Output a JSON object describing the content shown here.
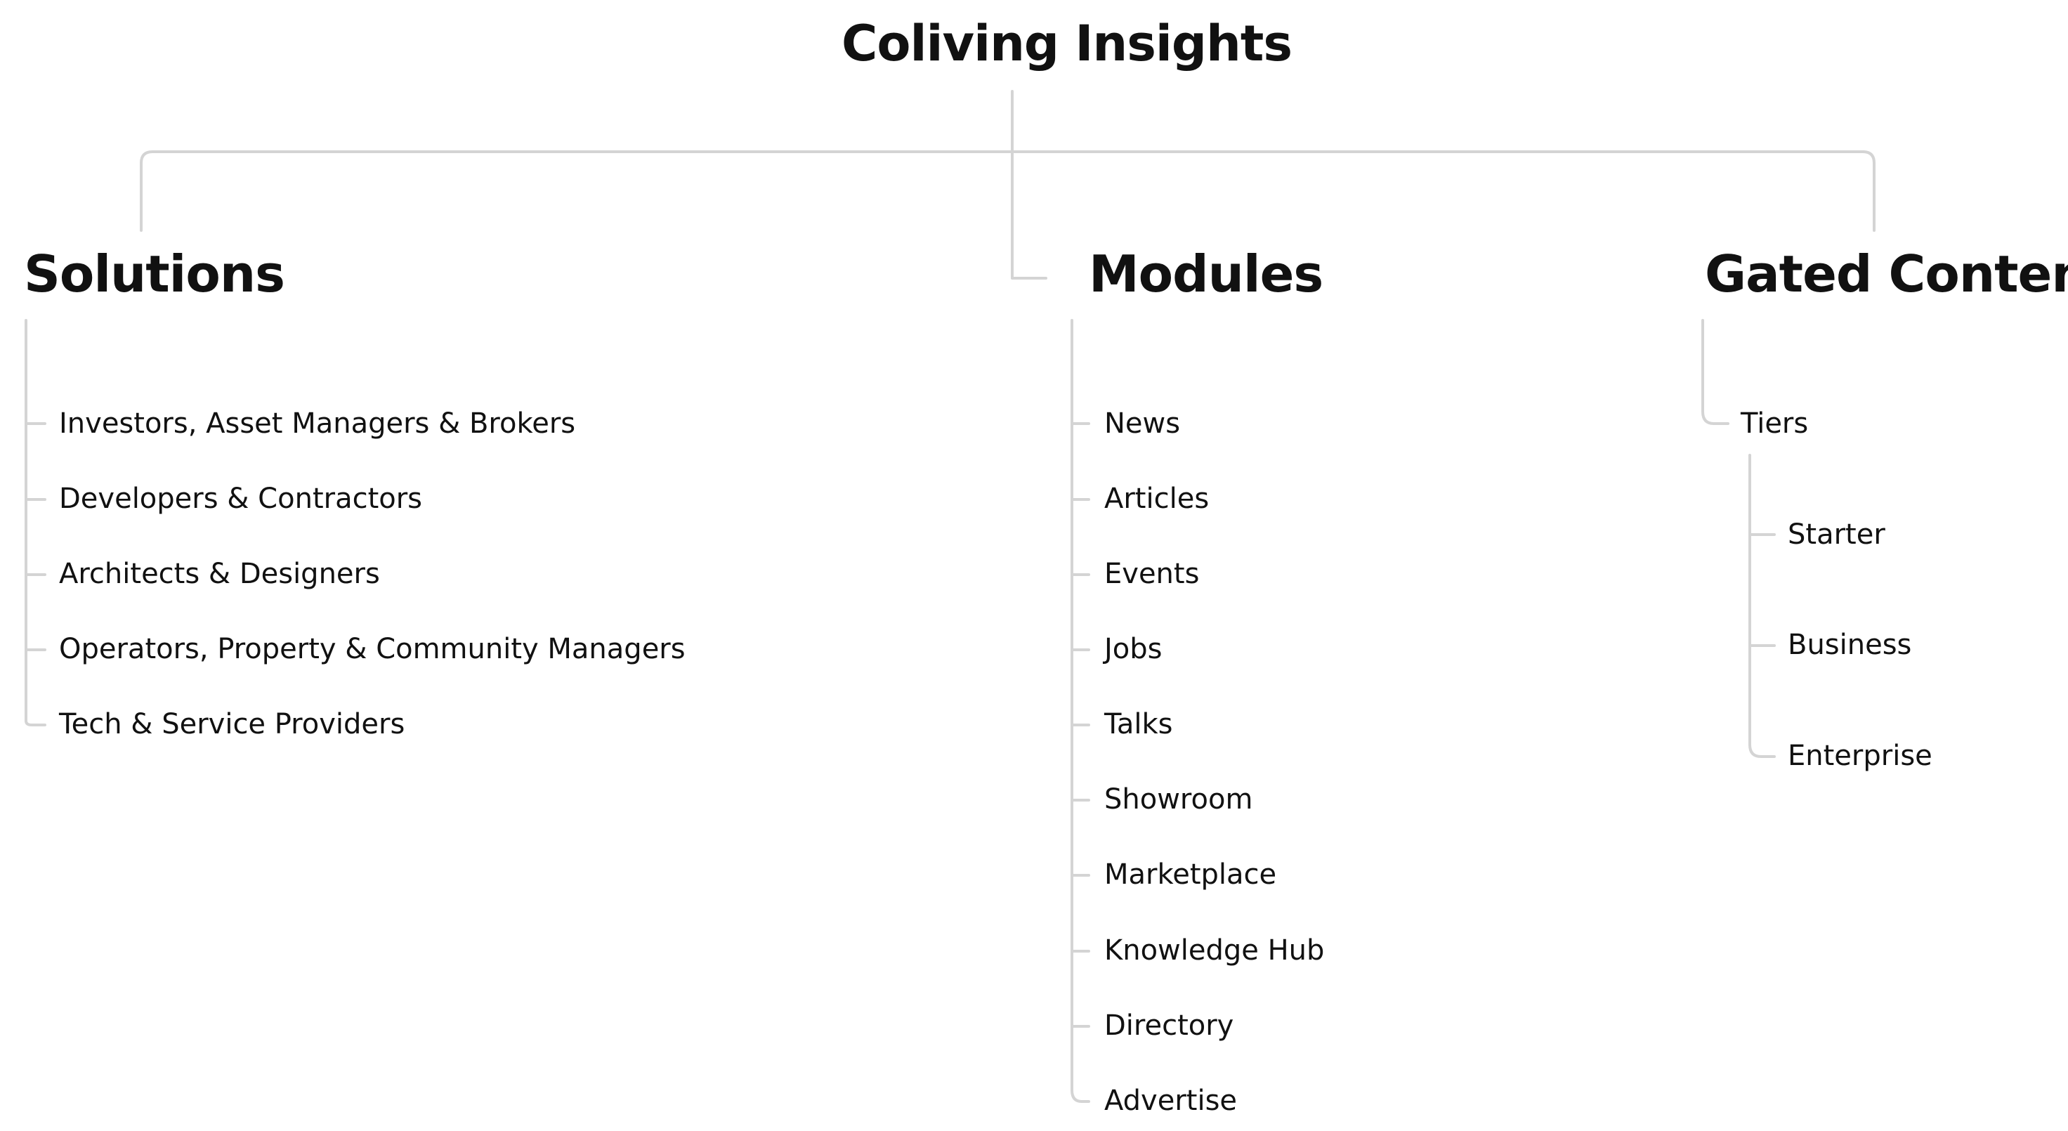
{
  "root": {
    "title": "Coliving Insights"
  },
  "categories": {
    "solutions": {
      "title": "Solutions",
      "items": [
        "Investors, Asset Managers & Brokers",
        "Developers & Contractors",
        "Architects & Designers",
        "Operators, Property & Community Managers",
        "Tech & Service Providers"
      ]
    },
    "modules": {
      "title": "Modules",
      "items": [
        "News",
        "Articles",
        "Events",
        "Jobs",
        "Talks",
        "Showroom",
        "Marketplace",
        "Knowledge Hub",
        "Directory",
        "Advertise"
      ]
    },
    "gated_content": {
      "title": "Gated Content",
      "tiers": {
        "label": "Tiers",
        "items": [
          "Starter",
          "Business",
          "Enterprise"
        ]
      }
    }
  }
}
